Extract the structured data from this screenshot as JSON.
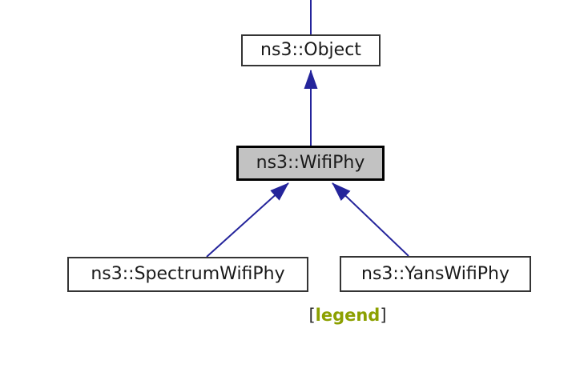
{
  "diagram": {
    "kind": "class-inheritance-graph",
    "nodes": [
      {
        "label": "ns3::Object",
        "role": "base",
        "highlighted": false
      },
      {
        "label": "ns3::WifiPhy",
        "role": "current",
        "highlighted": true
      },
      {
        "label": "ns3::SpectrumWifiPhy",
        "role": "derived",
        "highlighted": false
      },
      {
        "label": "ns3::YansWifiPhy",
        "role": "derived",
        "highlighted": false
      }
    ],
    "edges": [
      {
        "from": "ns3::WifiPhy",
        "to": "ns3::Object",
        "style": "solid-inheritance"
      },
      {
        "from": "ns3::SpectrumWifiPhy",
        "to": "ns3::WifiPhy",
        "style": "solid-inheritance"
      },
      {
        "from": "ns3::YansWifiPhy",
        "to": "ns3::WifiPhy",
        "style": "solid-inheritance"
      }
    ],
    "clipped_edge_above": "ns3::Object",
    "legend": {
      "prefix": "[",
      "label": "legend",
      "suffix": "]"
    },
    "colors": {
      "edge-color": "#24249b",
      "node-border": "#343434",
      "current-fill": "#c2c2c2",
      "node-fill": "#ffffff",
      "text-color": "#1a1a1a",
      "legend-link": "#8CA000",
      "bracket-color": "#2d2d2d"
    }
  }
}
